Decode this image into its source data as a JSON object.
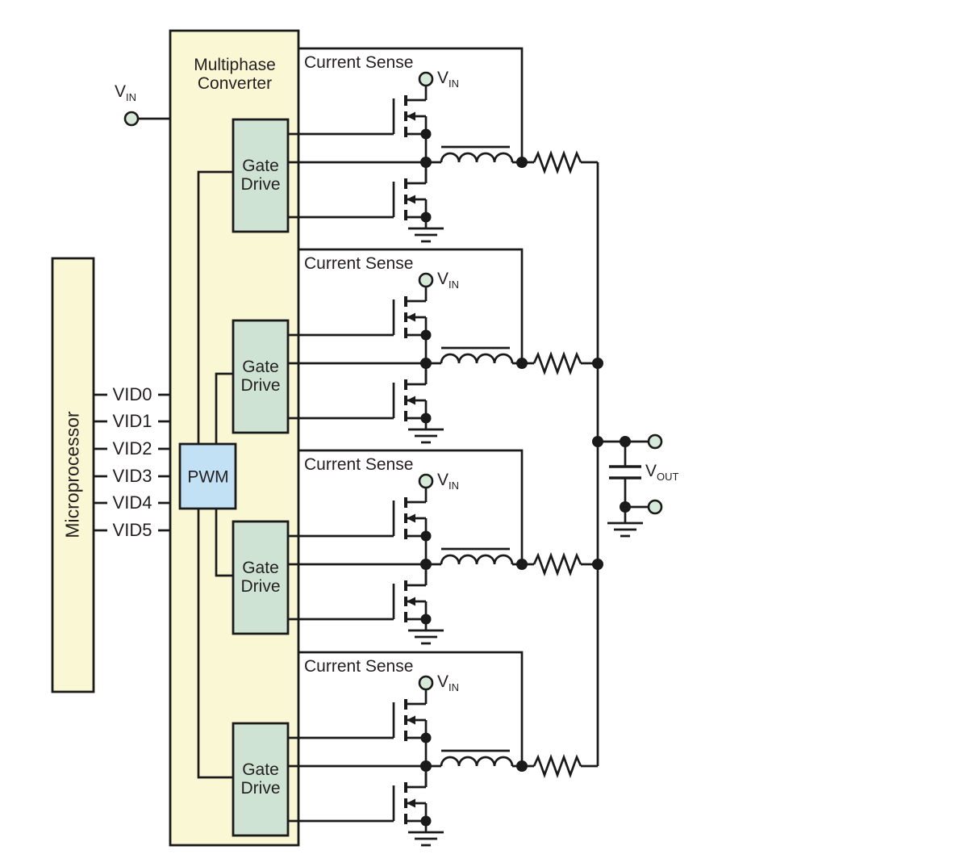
{
  "colors": {
    "box_yellow": "#faf8d4",
    "box_green": "#cee3d3",
    "box_blue": "#c3e1f4",
    "terminal_green": "#d7ead9",
    "line": "#1a1a1a",
    "text": "#231f20"
  },
  "input": {
    "vin_main": "V",
    "vin_sub": "IN"
  },
  "microprocessor": {
    "label": "Microprocessor",
    "pins": [
      "VID0",
      "VID1",
      "VID2",
      "VID3",
      "VID4",
      "VID5"
    ]
  },
  "converter": {
    "label_line1": "Multiphase",
    "label_line2": "Converter",
    "pwm_label": "PWM"
  },
  "phases": [
    {
      "current_sense": "Current Sense",
      "vin_main": "V",
      "vin_sub": "IN",
      "gate_line1": "Gate",
      "gate_line2": "Drive"
    },
    {
      "current_sense": "Current Sense",
      "vin_main": "V",
      "vin_sub": "IN",
      "gate_line1": "Gate",
      "gate_line2": "Drive"
    },
    {
      "current_sense": "Current Sense",
      "vin_main": "V",
      "vin_sub": "IN",
      "gate_line1": "Gate",
      "gate_line2": "Drive"
    },
    {
      "current_sense": "Current Sense",
      "vin_main": "V",
      "vin_sub": "IN",
      "gate_line1": "Gate",
      "gate_line2": "Drive"
    }
  ],
  "output": {
    "vout_main": "V",
    "vout_sub": "OUT"
  }
}
